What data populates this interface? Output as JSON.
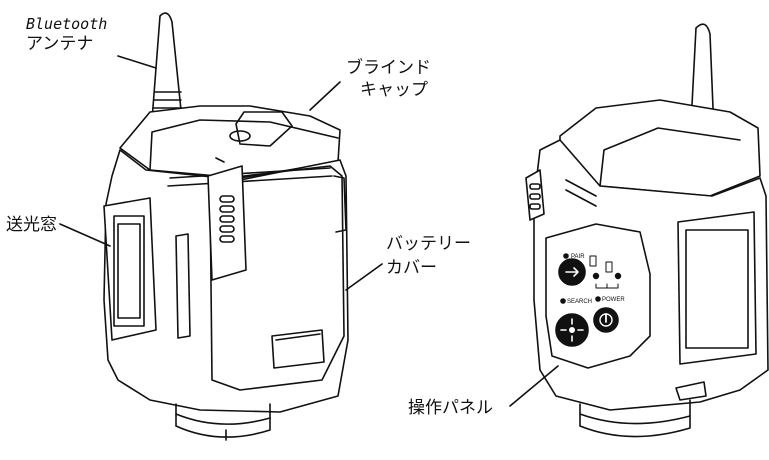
{
  "labels": {
    "bluetooth_title": "Bluetooth",
    "bluetooth_sub": "アンテナ",
    "blind_line1": "ブラインド",
    "blind_line2": "キャップ",
    "window": "送光窓",
    "battery_line1": "バッテリー",
    "battery_line2": "カバー",
    "panel": "操作パネル"
  },
  "panel_text": {
    "pair": "PAIR",
    "search": "SEARCH",
    "power": "POWER"
  },
  "colors": {
    "line": "#111111",
    "fill": "#ffffff",
    "button": "#111111"
  }
}
